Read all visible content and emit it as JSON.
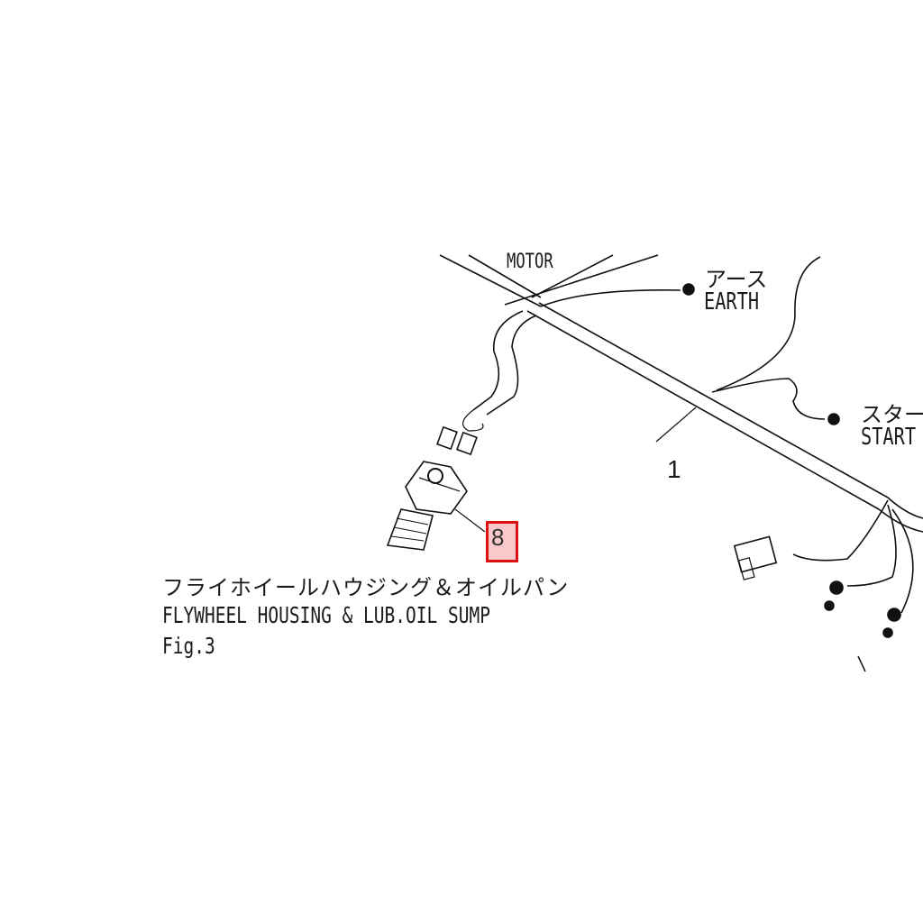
{
  "diagram": {
    "labels": {
      "motor": "MOTOR",
      "earth_jp": "アース",
      "earth_en": "EARTH",
      "starter_jp": "スター",
      "starter_en": "START",
      "part_1": "1"
    },
    "highlighted_part": "8",
    "highlight_color": "#dd1111",
    "caption": {
      "jp": "フライホイールハウジング＆オイルパン",
      "en": "FLYWHEEL HOUSING & LUB.OIL SUMP",
      "fig": "Fig.3"
    }
  }
}
